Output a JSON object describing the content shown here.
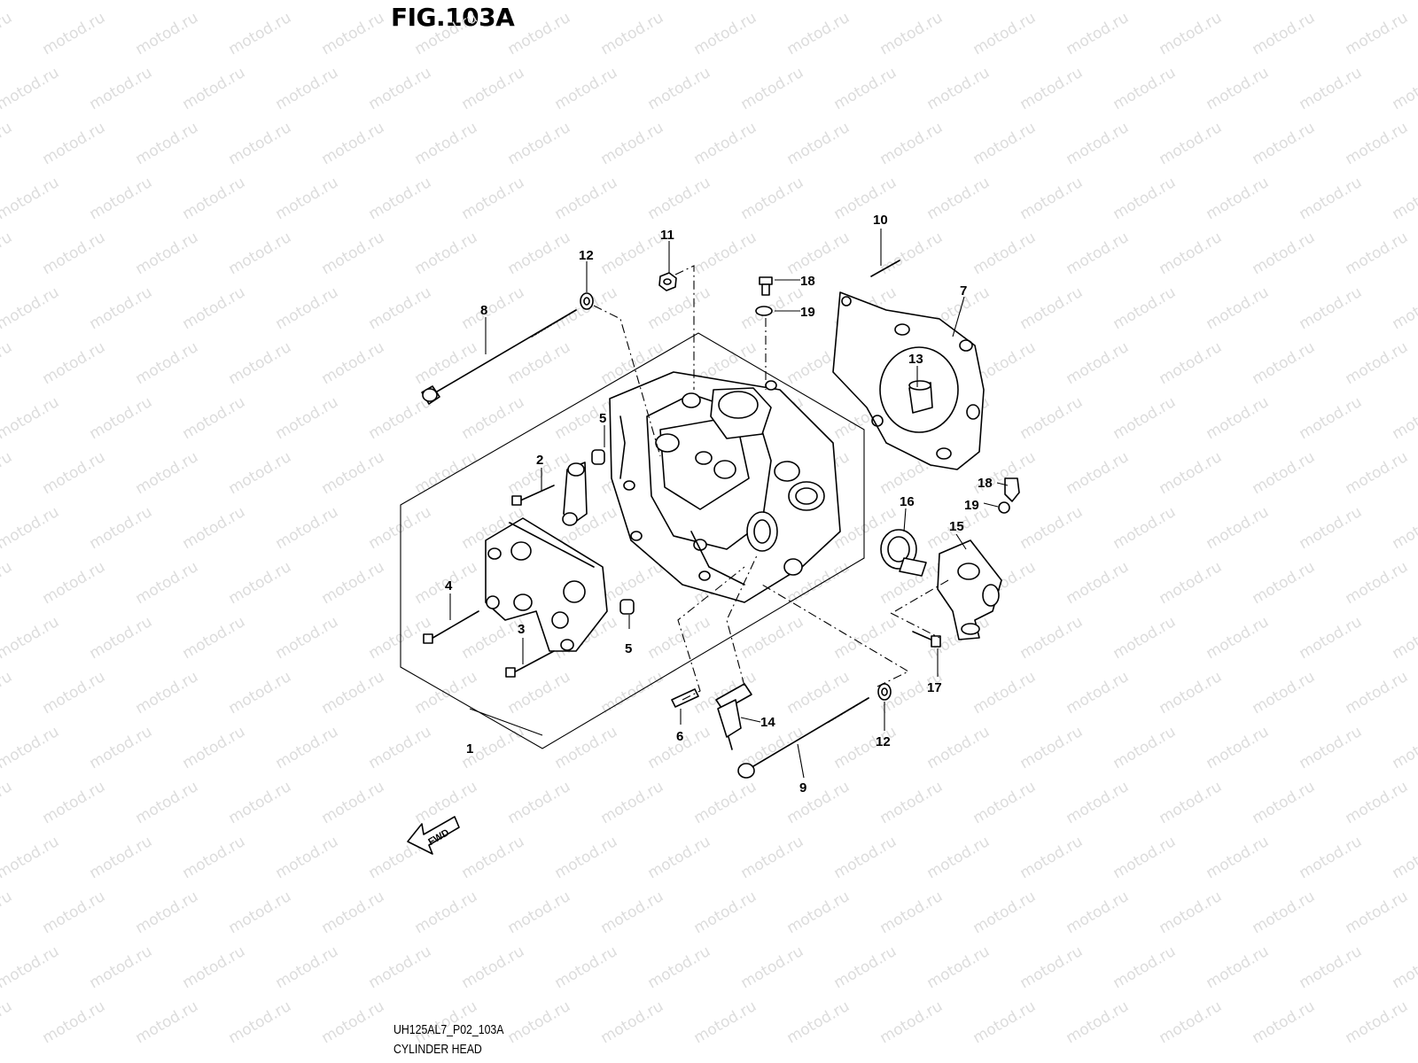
{
  "figure": {
    "title": "FIG.103A",
    "code": "UH125AL7_P02_103A",
    "name": "CYLINDER HEAD"
  },
  "watermark": "motod.ru",
  "fwd_label": "FWD",
  "callouts": [
    {
      "id": "c1",
      "label": "1"
    },
    {
      "id": "c2",
      "label": "2"
    },
    {
      "id": "c3",
      "label": "3"
    },
    {
      "id": "c4",
      "label": "4"
    },
    {
      "id": "c5a",
      "label": "5"
    },
    {
      "id": "c5b",
      "label": "5"
    },
    {
      "id": "c6",
      "label": "6"
    },
    {
      "id": "c7",
      "label": "7"
    },
    {
      "id": "c8",
      "label": "8"
    },
    {
      "id": "c9",
      "label": "9"
    },
    {
      "id": "c10",
      "label": "10"
    },
    {
      "id": "c11",
      "label": "11"
    },
    {
      "id": "c12a",
      "label": "12"
    },
    {
      "id": "c12b",
      "label": "12"
    },
    {
      "id": "c13",
      "label": "13"
    },
    {
      "id": "c14",
      "label": "14"
    },
    {
      "id": "c15",
      "label": "15"
    },
    {
      "id": "c16",
      "label": "16"
    },
    {
      "id": "c17",
      "label": "17"
    },
    {
      "id": "c18a",
      "label": "18"
    },
    {
      "id": "c18b",
      "label": "18"
    },
    {
      "id": "c19a",
      "label": "19"
    },
    {
      "id": "c19b",
      "label": "19"
    }
  ]
}
